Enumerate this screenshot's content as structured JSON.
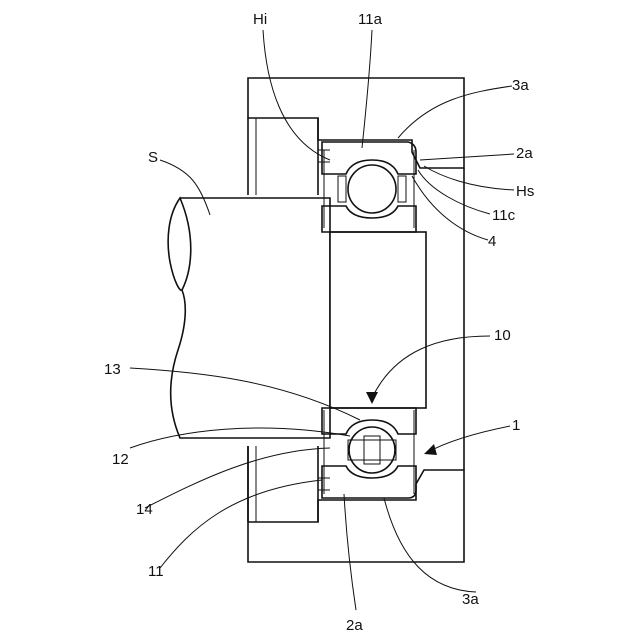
{
  "labels": {
    "Hi": "Hi",
    "l11a": "11a",
    "l3a_top": "3a",
    "S": "S",
    "l2a_top": "2a",
    "Hs": "Hs",
    "l11c": "11c",
    "l4": "4",
    "l10": "10",
    "l13": "13",
    "l1": "1",
    "l12": "12",
    "l14": "14",
    "l11": "11",
    "l3a_bottom": "3a",
    "l2a_bottom": "2a"
  }
}
